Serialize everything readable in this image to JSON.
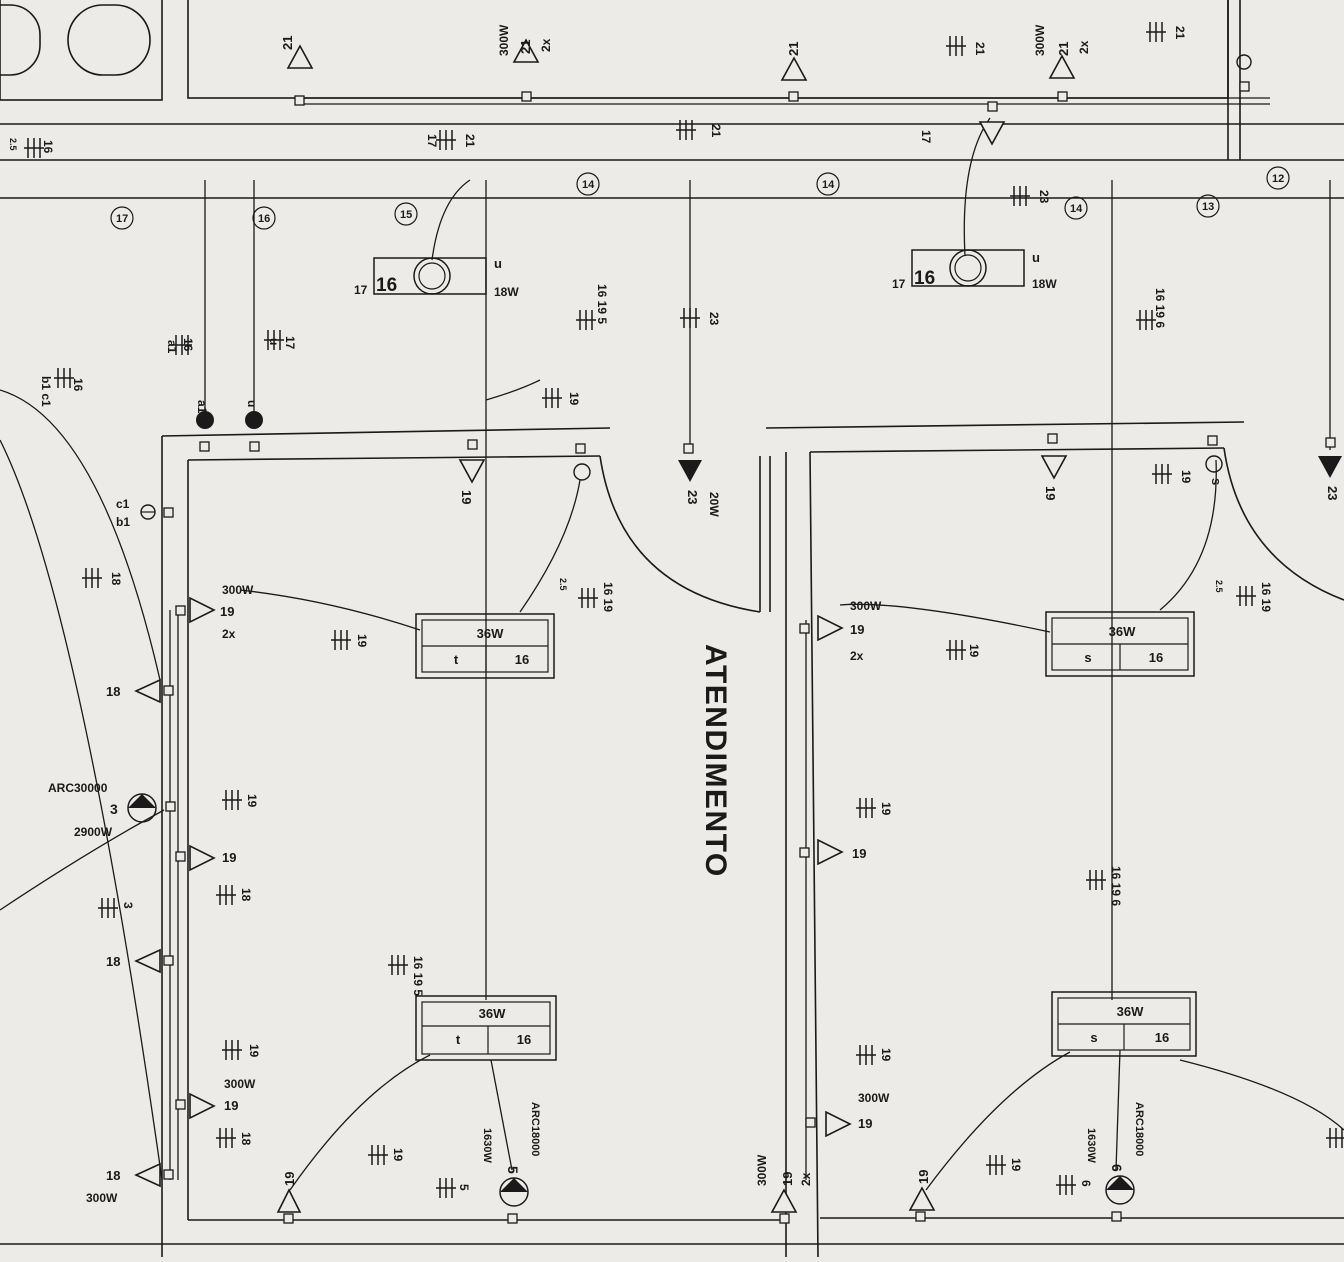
{
  "room_label": "ATENDIMENTO",
  "luminaires": [
    {
      "power": "36W",
      "circuit": "16",
      "switch": "t"
    },
    {
      "power": "36W",
      "circuit": "16",
      "switch": "s"
    },
    {
      "power": "36W",
      "circuit": "16",
      "switch": "t"
    },
    {
      "power": "36W",
      "circuit": "16",
      "switch": "s"
    }
  ],
  "ceiling_lights": [
    {
      "prefix": "17",
      "circuit": "16",
      "switch": "u",
      "power": "18W"
    },
    {
      "prefix": "17",
      "circuit": "16",
      "switch": "u",
      "power": "18W"
    }
  ],
  "air_conditioners": [
    {
      "model": "ARC30000",
      "circuit": "3",
      "power": "2900W"
    },
    {
      "model": "ARC18000",
      "circuit": "5",
      "power": "1630W"
    },
    {
      "model": "ARC18000",
      "circuit": "6",
      "power": "1630W"
    }
  ],
  "outlet_labels": {
    "c18": "18",
    "c19": "19",
    "c21": "21",
    "c23": "23",
    "w300": "300W",
    "w20": "20W",
    "x2": "2x"
  },
  "switch_labels": {
    "c1": "c1",
    "b1": "b1",
    "s": "s"
  },
  "circuit_tags": [
    "17",
    "16",
    "15",
    "14",
    "14",
    "14",
    "13",
    "12"
  ],
  "wire_labels": {
    "a": "16",
    "b": "17",
    "c": "19",
    "d": "21",
    "e": "23",
    "f": "18",
    "g": "3",
    "h": "5",
    "i": "6",
    "j": "16 19 5",
    "k": "16 19 6",
    "l": "16 19",
    "m": "2.5",
    "n": "a1",
    "o": "u",
    "p": "b1 c1"
  }
}
